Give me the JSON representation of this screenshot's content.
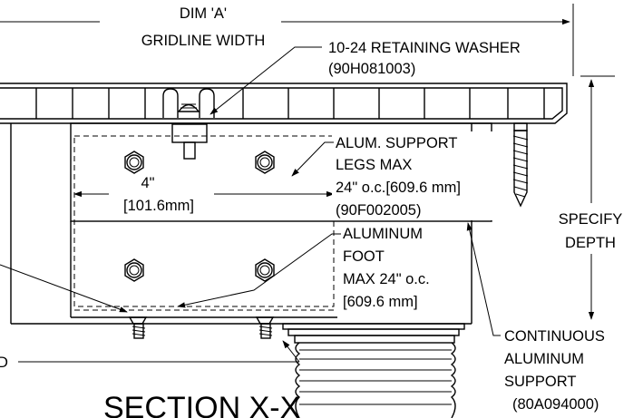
{
  "labels": {
    "dim_a_line1": "DIM 'A'",
    "dim_a_line2": "GRIDLINE WIDTH",
    "washer_line1": "10-24 RETAINING WASHER",
    "washer_line2": "(90H081003)",
    "support_legs_line1": "ALUM. SUPPORT",
    "support_legs_line2": "LEGS MAX",
    "support_legs_line3": "24\" o.c.[609.6 mm]",
    "support_legs_line4": "(90F002005)",
    "width_line1": "4\"",
    "width_line2": "[101.6mm]",
    "depth_line1": "SPECIFY",
    "depth_line2": "DEPTH",
    "foot_line1": "ALUMINUM",
    "foot_line2": "FOOT",
    "foot_line3": "MAX 24\" o.c.",
    "foot_line4": "[609.6 mm]",
    "continuous_line1": "CONTINUOUS",
    "continuous_line2": "ALUMINUM",
    "continuous_line3": "SUPPORT",
    "continuous_line4": "(80A094000)",
    "left_cut": "D",
    "section_title": "SECTION X-X"
  }
}
